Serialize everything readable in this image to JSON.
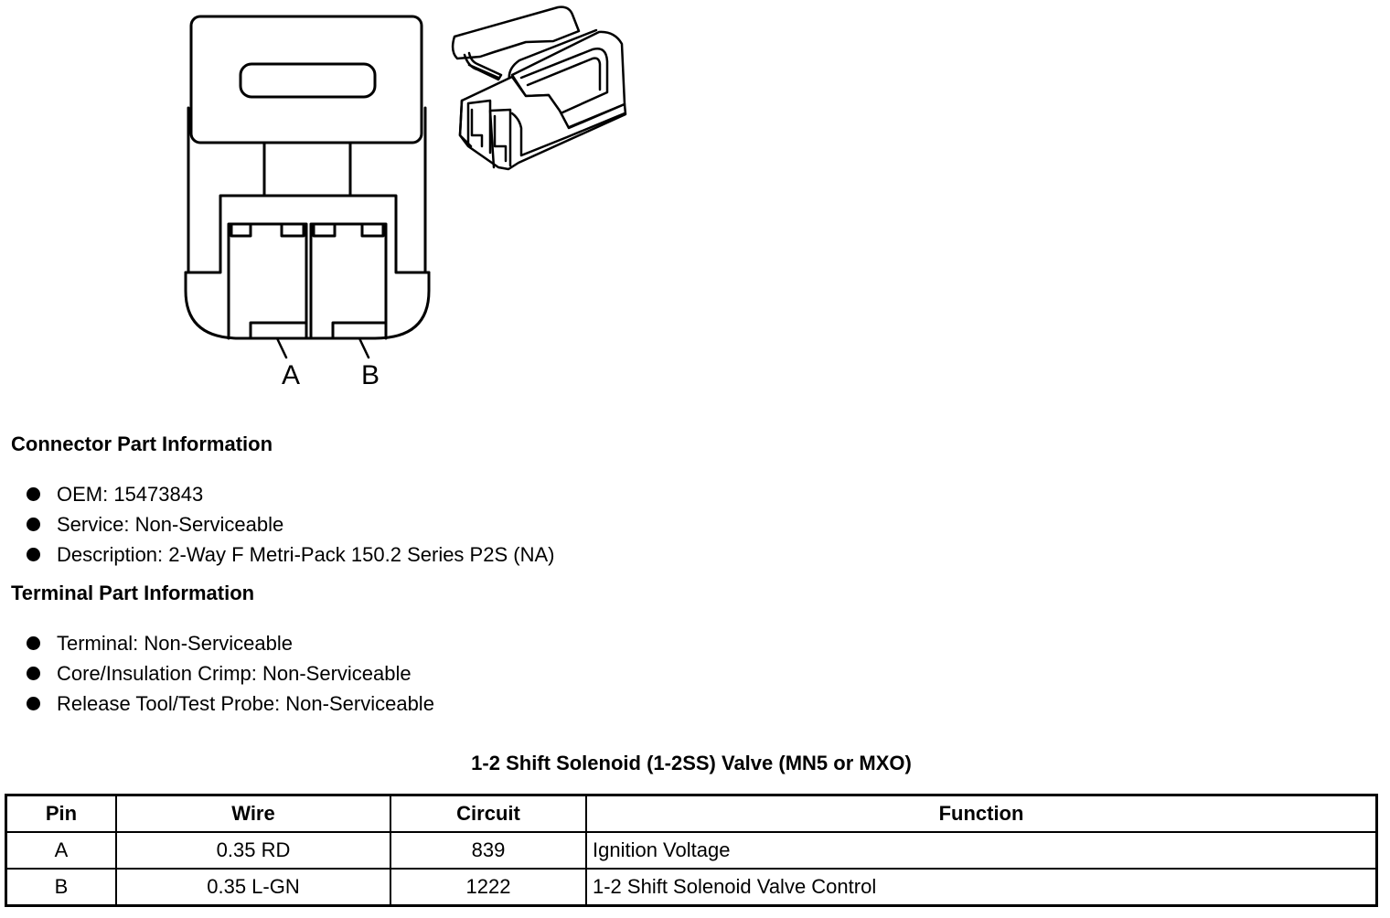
{
  "diagram": {
    "pin_labels": [
      "A",
      "B"
    ]
  },
  "connector_section": {
    "heading": "Connector Part Information",
    "items": [
      "OEM: 15473843",
      "Service: Non-Serviceable",
      "Description: 2-Way F Metri-Pack 150.2 Series P2S (NA)"
    ]
  },
  "terminal_section": {
    "heading": "Terminal Part Information",
    "items": [
      "Terminal: Non-Serviceable",
      "Core/Insulation Crimp: Non-Serviceable",
      "Release Tool/Test Probe: Non-Serviceable"
    ]
  },
  "table": {
    "title": "1-2 Shift Solenoid (1-2SS) Valve (MN5 or MXO)",
    "headers": [
      "Pin",
      "Wire",
      "Circuit",
      "Function"
    ],
    "rows": [
      [
        "A",
        "0.35 RD",
        "839",
        "Ignition Voltage"
      ],
      [
        "B",
        "0.35 L-GN",
        "1222",
        "1-2 Shift Solenoid Valve Control"
      ]
    ]
  }
}
